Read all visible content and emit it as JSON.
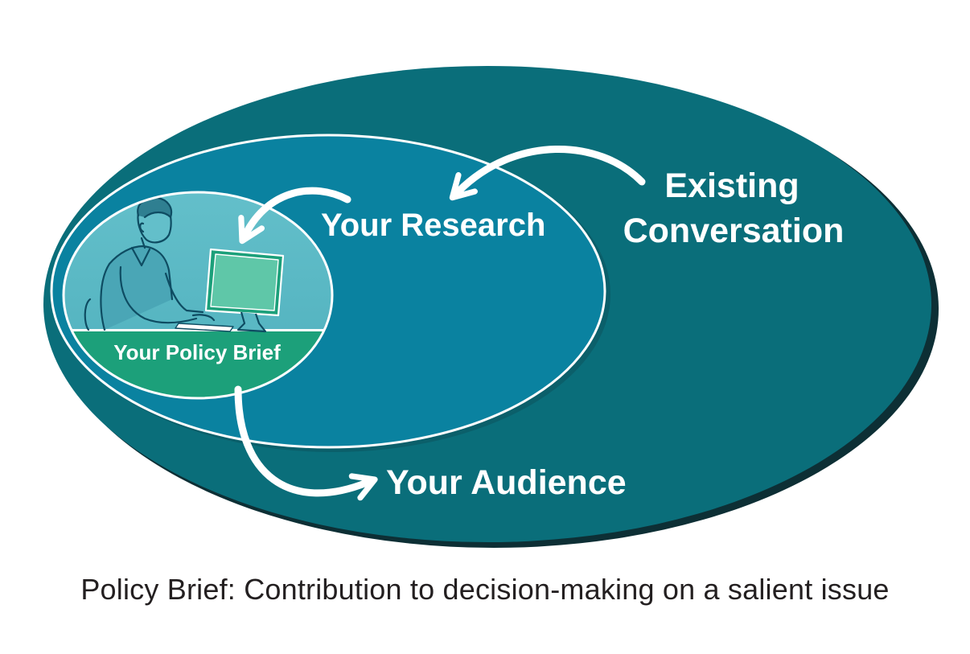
{
  "diagram": {
    "labels": {
      "existing_line1": "Existing",
      "existing_line2": "Conversation",
      "research": "Your Research",
      "audience": "Your Audience",
      "policy_brief": "Your Policy Brief"
    },
    "colors": {
      "outer_ellipse": "#0a6e7a",
      "outer_shadow": "#0d2f35",
      "middle_ellipse": "#0a82a0",
      "inner_top": "#5ab8c4",
      "inner_band": "#1ca07a",
      "text": "#ffffff",
      "caption": "#231f20"
    },
    "icons": {
      "person": "person-at-computer-icon",
      "arrows": [
        "curved-arrow-icon"
      ]
    }
  },
  "caption": "Policy Brief: Contribution to decision-making on a salient issue"
}
